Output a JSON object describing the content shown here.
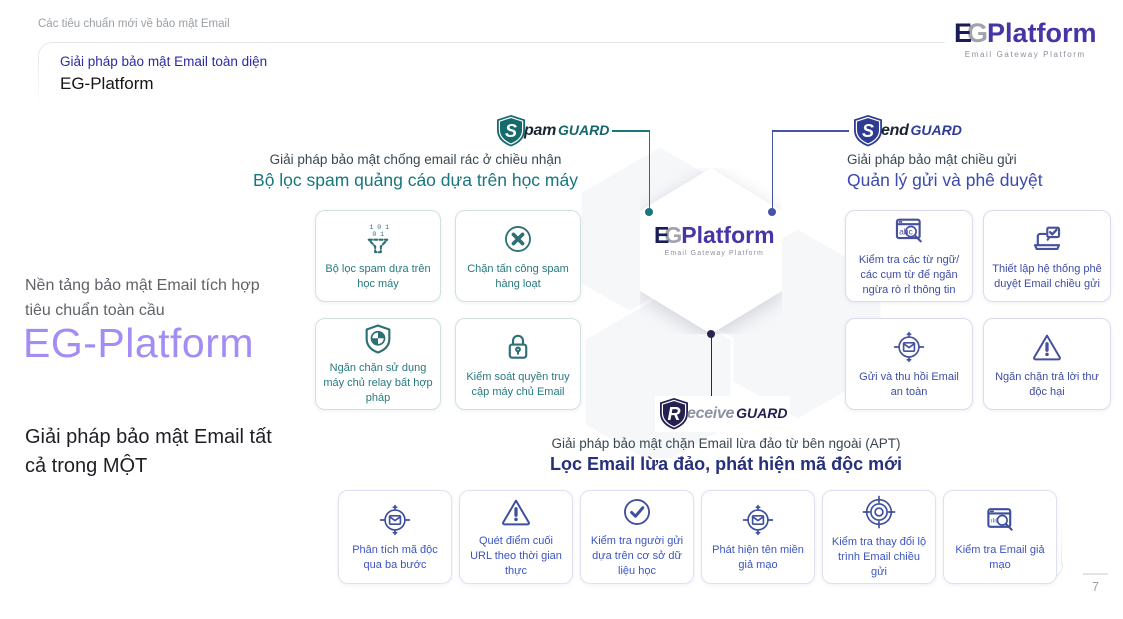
{
  "page": {
    "eyebrow": "Các tiêu chuẩn mới về bảo mật Email",
    "subtitle": "Giải pháp bảo mật Email toàn diện",
    "title": "EG-Platform",
    "page_number": "7"
  },
  "logo": {
    "letter_e": "E",
    "letter_g": "G",
    "platform": "Platform",
    "tagline": "Email Gateway Platform"
  },
  "left_panel": {
    "intro": "Nền tảng bảo mật Email tích hợp tiêu chuẩn toàn cầu",
    "brand": "EG-Platform",
    "tagline": "Giải pháp bảo mật Email tất cả trong MỘT",
    "brand_color": "#a38df5"
  },
  "badges": {
    "spam": {
      "letter": "S",
      "rest": "pam",
      "guard": "GUARD",
      "color": "#176b6d"
    },
    "send": {
      "letter": "S",
      "rest": "end",
      "guard": "GUARD",
      "color": "#2f3c92"
    },
    "receive": {
      "letter": "R",
      "rest": "eceive",
      "guard": "GUARD",
      "color": "#232052"
    }
  },
  "sections": {
    "spam": {
      "heading": "Giải pháp bảo mật chống email rác ở chiều nhận",
      "subheading": "Bộ lọc spam quảng cáo dựa trên học máy",
      "accent": "#17777d",
      "cards": [
        {
          "icon": "funnel-binary-icon",
          "label": "Bộ lọc spam dựa trên học máy"
        },
        {
          "icon": "circle-x-icon",
          "label": "Chặn tấn công spam hàng loạt"
        },
        {
          "icon": "shield-quadrant-icon",
          "label": "Ngăn chặn sử dụng máy chủ relay bất hợp pháp"
        },
        {
          "icon": "padlock-icon",
          "label": "Kiểm soát quyền truy cập máy chủ Email"
        }
      ]
    },
    "send": {
      "heading": "Giải pháp bảo mật chiều gửi",
      "subheading": "Quản lý gửi và phê duyệt",
      "accent": "#3a4aad",
      "cards": [
        {
          "icon": "window-abc-search-icon",
          "label": "Kiểm tra các từ ngữ/ các cụm từ để ngăn ngừa rò rỉ thông tin"
        },
        {
          "icon": "laptop-approve-icon",
          "label": "Thiết lập hệ thống phê duyệt Email chiều gửi"
        },
        {
          "icon": "envelope-crosshair-icon",
          "label": "Gửi và thu hồi Email an toàn"
        },
        {
          "icon": "warning-triangle-icon",
          "label": "Ngăn chặn trả lời thư độc hại"
        }
      ]
    },
    "apt": {
      "heading": "Giải pháp bảo mật chặn Email lừa đảo từ bên ngoài (APT)",
      "subheading": "Lọc Email lừa đảo, phát hiện mã độc mới",
      "accent": "#27307c",
      "cards": [
        {
          "icon": "envelope-crosshair-icon",
          "label": "Phân tích mã độc qua ba bước"
        },
        {
          "icon": "warning-triangle-icon",
          "label": "Quét điểm cuối URL theo thời gian thực"
        },
        {
          "icon": "check-circle-icon",
          "label": "Kiểm tra người gửi dựa trên cơ sở dữ liệu học"
        },
        {
          "icon": "envelope-crosshair-icon",
          "label": "Phát hiện tên miền giả mạo"
        },
        {
          "icon": "target-bullseye-icon",
          "label": "Kiểm tra thay đổi lộ trình Email chiều gửi"
        },
        {
          "icon": "window-search-icon",
          "label": "Kiểm tra Email giả mạo"
        }
      ]
    }
  }
}
